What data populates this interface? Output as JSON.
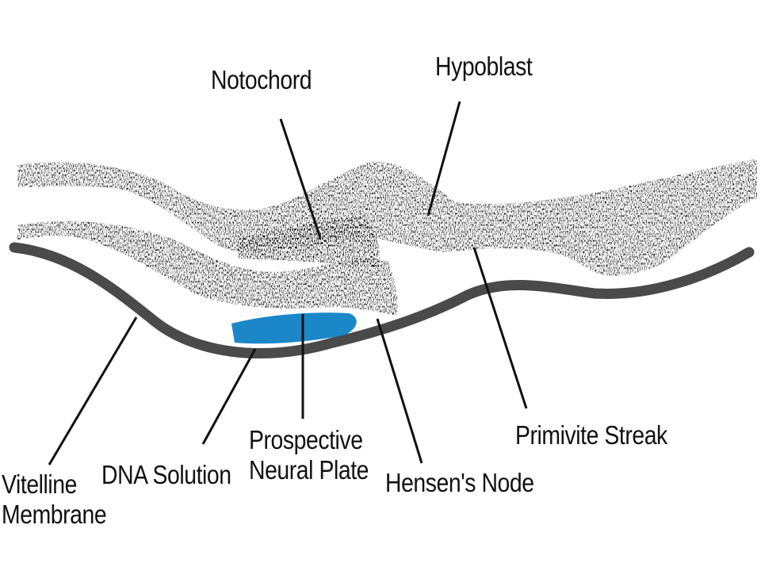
{
  "diagram": {
    "labels": {
      "notochord": "Notochord",
      "hypoblast": "Hypoblast",
      "vitelline_line1": "Vitelline",
      "vitelline_line2": "Membrane",
      "dna_solution": "DNA Solution",
      "neural_line1": "Prospective",
      "neural_line2": "Neural Plate",
      "hensens_node": "Hensen's Node",
      "primitive_streak": "Primivite Streak"
    },
    "colors": {
      "membrane": "#4a4a4a",
      "dna_solution": "#1b87c9",
      "tissue": "#1a1a1a",
      "leader": "#111111"
    }
  }
}
